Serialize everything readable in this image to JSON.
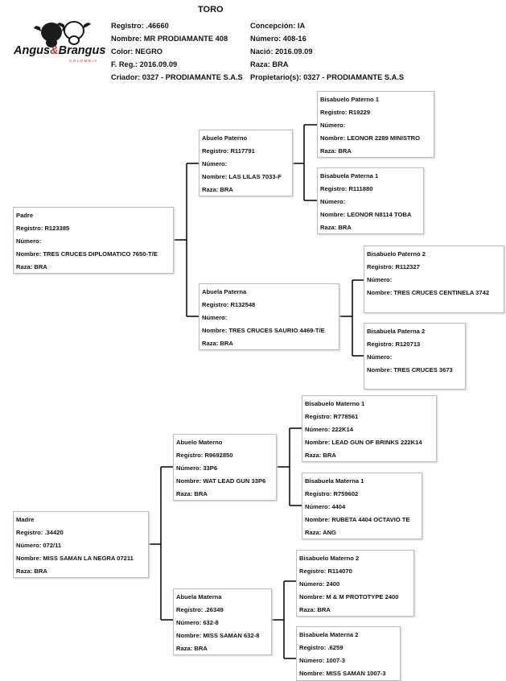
{
  "title": "TORO",
  "logo": {
    "brand_a": "Angus",
    "amp": "&",
    "brand_b": "Brangus",
    "country": "COLOMBIA"
  },
  "header": {
    "registro": "Registro: .46660",
    "nombre": "Nombre: MR PRODIAMANTE 408",
    "color": "Color: NEGRO",
    "freg": "F. Reg.: 2016.09.09",
    "criador": "Criador: 0327 - PRODIAMANTE S.A.S",
    "concepcion": "Concepción: IA",
    "numero": "Número: 408-16",
    "nacio": "Nació: 2016.09.09",
    "raza": "Raza: BRA",
    "propietario": "Propietario(s): 0327 - PRODIAMANTE S.A.S"
  },
  "pedigree": {
    "padre": {
      "title": "Padre",
      "lines": [
        "Registro: R123385",
        "Número:",
        "Nombre: TRES CRUCES DIPLOMATICO 7650-T/E",
        "Raza: BRA"
      ]
    },
    "abuelo_paterno": {
      "title": "Abuelo Paterno",
      "lines": [
        "Registro: R117791",
        "Número:",
        "Nombre: LAS LILAS 7033-F",
        "Raza: BRA"
      ]
    },
    "abuela_paterna": {
      "title": "Abuela Paterna",
      "lines": [
        "Registro: R132548",
        "Número:",
        "Nombre: TRES CRUCES SAURIO 4469-T/E",
        "Raza: BRA"
      ]
    },
    "bisabuelo_paterno_1": {
      "title": "Bisabuelo Paterno 1",
      "lines": [
        "Registro: R19229",
        "Número:",
        "Nombre: LEONOR 2289 MINISTRO",
        "Raza: BRA"
      ]
    },
    "bisabuela_paterna_1": {
      "title": "Bisabuela Paterna 1",
      "lines": [
        "Registro: R111880",
        "Número:",
        "Nombre: LEONOR N8114 TOBA",
        "Raza: BRA"
      ]
    },
    "bisabuelo_paterno_2": {
      "title": "Bisabuelo Paterno 2",
      "lines": [
        "Registro: R112327",
        "Número:",
        "Nombre: TRES CRUCES CENTINELA 3742"
      ]
    },
    "bisabuela_paterna_2": {
      "title": "Bisabuela Paterna 2",
      "lines": [
        "Registro: R120713",
        "Número:",
        "Nombre: TRES CRUCES 3673"
      ]
    },
    "madre": {
      "title": "Madre",
      "lines": [
        "Registro: .34420",
        "Número: 072/11",
        "Nombre: MISS SAMAN LA NEGRA 07211",
        "Raza: BRA"
      ]
    },
    "abuelo_materno": {
      "title": "Abuelo Materno",
      "lines": [
        "Registro: R9692850",
        "Número: 33P6",
        "Nombre: WAT LEAD GUN 33P6",
        "Raza: BRA"
      ]
    },
    "abuela_materna": {
      "title": "Abuela Materna",
      "lines": [
        "Registro: .26349",
        "Número: 632-8",
        "Nombre: MISS SAMAN 632-8",
        "Raza: BRA"
      ]
    },
    "bisabuelo_materno_1": {
      "title": "Bisabuelo Materno 1",
      "lines": [
        "Registro: R778561",
        "Número: 222K14",
        "Nombre: LEAD GUN OF BRINKS 222K14",
        "Raza: BRA"
      ]
    },
    "bisabuela_materna_1": {
      "title": "Bisabuela Materna 1",
      "lines": [
        "Registro: R759602",
        "Número: 4404",
        "Nombre: RUBETA 4404 OCTAVIO TE",
        "Raza: ANG"
      ]
    },
    "bisabuelo_materno_2": {
      "title": "Bisabuelo Materno 2",
      "lines": [
        "Registro: R114070",
        "Número: 2400",
        "Nombre: M & M PROTOTYPE 2400",
        "Raza: BRA"
      ]
    },
    "bisabuela_materna_2": {
      "title": "Bisabuela Materna 2",
      "lines": [
        "Registro: .6259",
        "Número: 1007-3",
        "Nombre: MISS SAMAN 1007-3"
      ]
    }
  }
}
